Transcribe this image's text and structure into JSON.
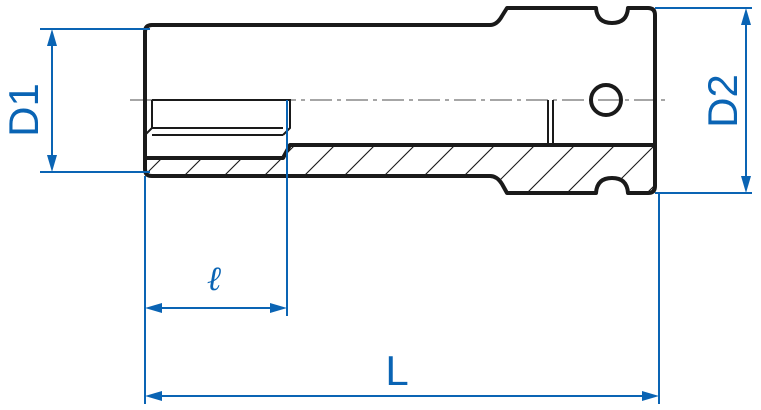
{
  "labels": {
    "d1": "D1",
    "d2": "D2",
    "l_small": "ℓ",
    "l_total": "L"
  },
  "colors": {
    "outline": "#1a1a1a",
    "dimension": "#0a64b4",
    "centerline": "#888888"
  }
}
